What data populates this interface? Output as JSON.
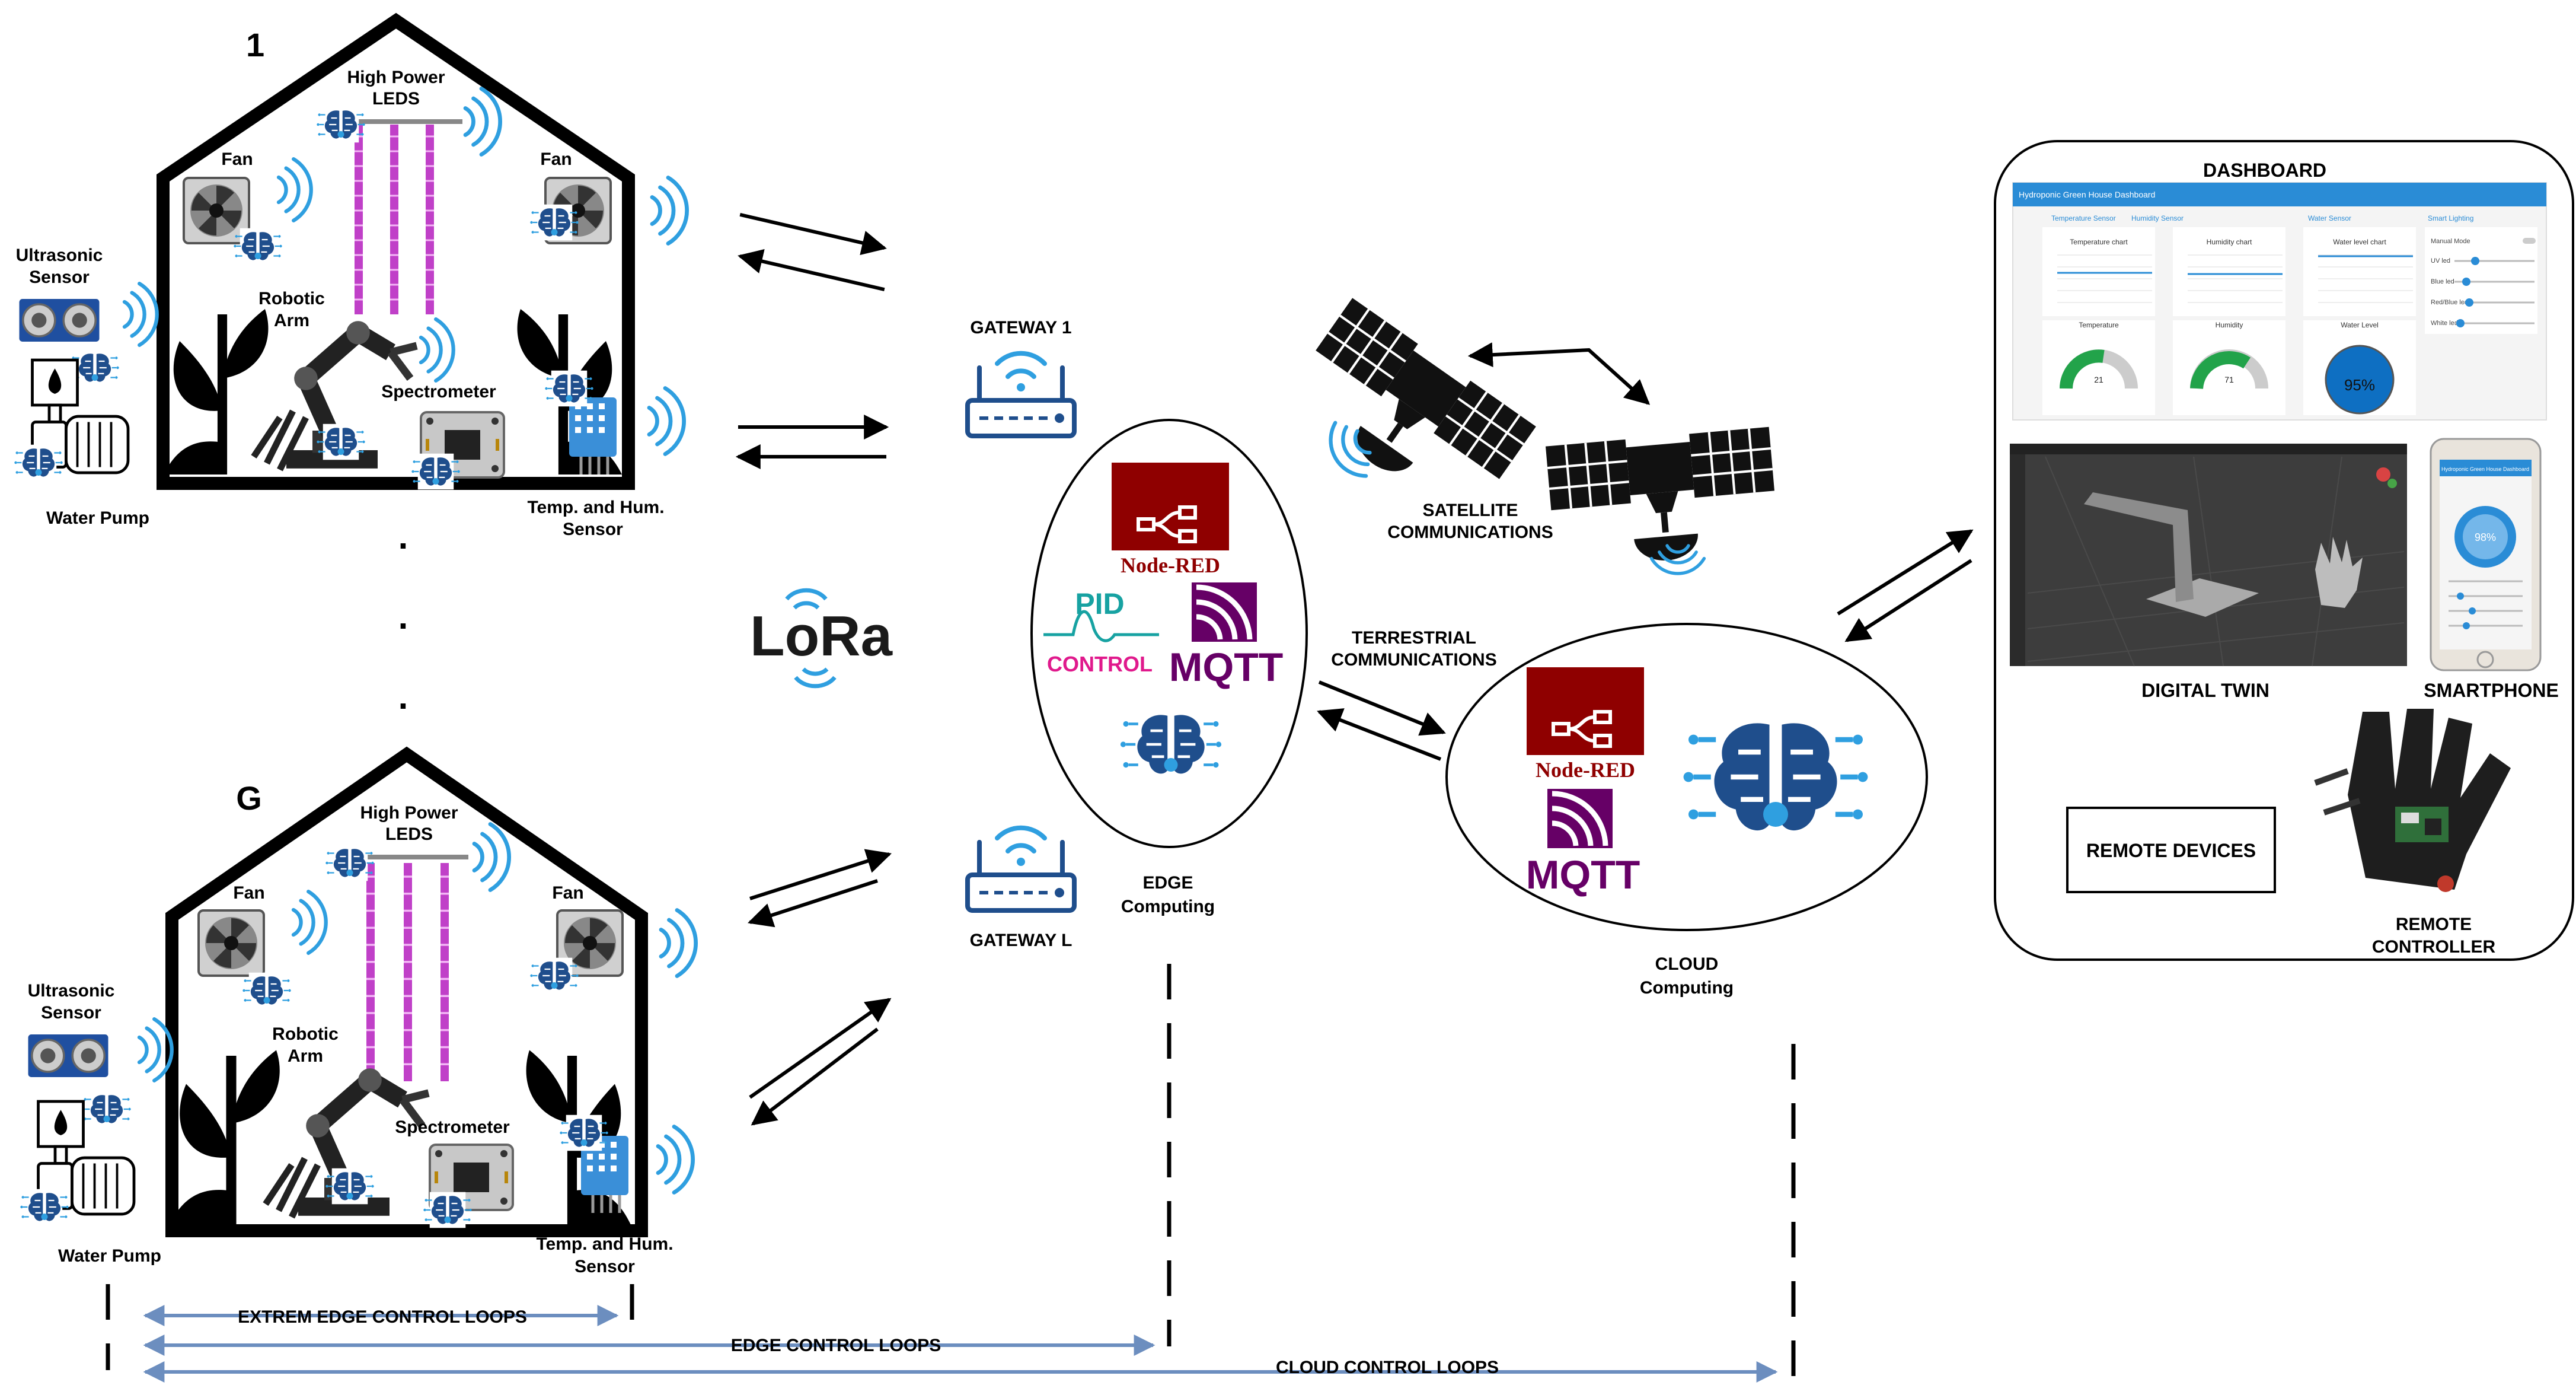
{
  "greenhouse_1": {
    "number": "1",
    "high_power_leds": [
      "High Power",
      "LEDS"
    ],
    "fan_left": "Fan",
    "fan_right": "Fan",
    "ultrasonic_sensor": [
      "Ultrasonic",
      "Sensor"
    ],
    "robotic_arm": [
      "Robotic",
      "Arm"
    ],
    "spectrometer": "Spectrometer",
    "water_pump": "Water Pump",
    "temp_hum_sensor": [
      "Temp. and Hum.",
      "Sensor"
    ]
  },
  "greenhouse_g": {
    "number": "G",
    "high_power_leds": [
      "High Power",
      "LEDS"
    ],
    "fan_left": "Fan",
    "fan_right": "Fan",
    "ultrasonic_sensor": [
      "Ultrasonic",
      "Sensor"
    ],
    "robotic_arm": [
      "Robotic",
      "Arm"
    ],
    "spectrometer": "Spectrometer",
    "water_pump": "Water Pump",
    "temp_hum_sensor": [
      "Temp. and Hum.",
      "Sensor"
    ]
  },
  "ellipsis_dots": [
    ".",
    ".",
    "."
  ],
  "lora_logo": "LoRa",
  "gateway_1": "GATEWAY 1",
  "gateway_l": "GATEWAY L",
  "edge": {
    "node_red": "Node-RED",
    "pid": "PID",
    "control": "CONTROL",
    "mqtt": "MQTT",
    "label": [
      "EDGE",
      "Computing"
    ]
  },
  "satellite_label": [
    "SATELLITE",
    "COMMUNICATIONS"
  ],
  "terrestrial_label": [
    "TERRESTRIAL",
    "COMMUNICATIONS"
  ],
  "cloud": {
    "node_red": "Node-RED",
    "mqtt": "MQTT",
    "label": [
      "CLOUD",
      "Computing"
    ]
  },
  "remote_panel": {
    "dashboard_title": "DASHBOARD",
    "dashboard_header": "Hydroponic Green House Dashboard",
    "columns": [
      "Temperature Sensor",
      "Humidity Sensor",
      "Water Sensor",
      "Smart Lighting"
    ],
    "chart_titles": [
      "Temperature chart",
      "Humidity chart",
      "Water level chart"
    ],
    "gauge_titles": [
      "Temperature",
      "Humidity",
      "Water Level"
    ],
    "gauge_values": [
      "21",
      "71",
      "95%"
    ],
    "lighting_rows": [
      "Manual Mode",
      "UV led",
      "Blue led",
      "Red/Blue led",
      "White led"
    ],
    "digital_twin": "DIGITAL TWIN",
    "smartphone": "SMARTPHONE",
    "phone_header": "Hydroponic Green House Dashboard",
    "phone_value": "98%",
    "remote_devices": "REMOTE DEVICES",
    "remote_controller": [
      "REMOTE",
      "CONTROLLER"
    ]
  },
  "control_loops": {
    "extreme_edge": "EXTREM EDGE CONTROL LOOPS",
    "edge": "EDGE CONTROL LOOPS",
    "cloud": "CLOUD CONTROL LOOPS"
  },
  "colors": {
    "signal_blue": "#2f9fe0",
    "brain_blue": "#1f4e8c",
    "node_red": "#8f0000",
    "mqtt_purple": "#660066",
    "pid_teal": "#17a2a2",
    "control_pink": "#e0198c",
    "loop_arrow_blue": "#6c8ebf",
    "led_purple": "#c040c8"
  }
}
